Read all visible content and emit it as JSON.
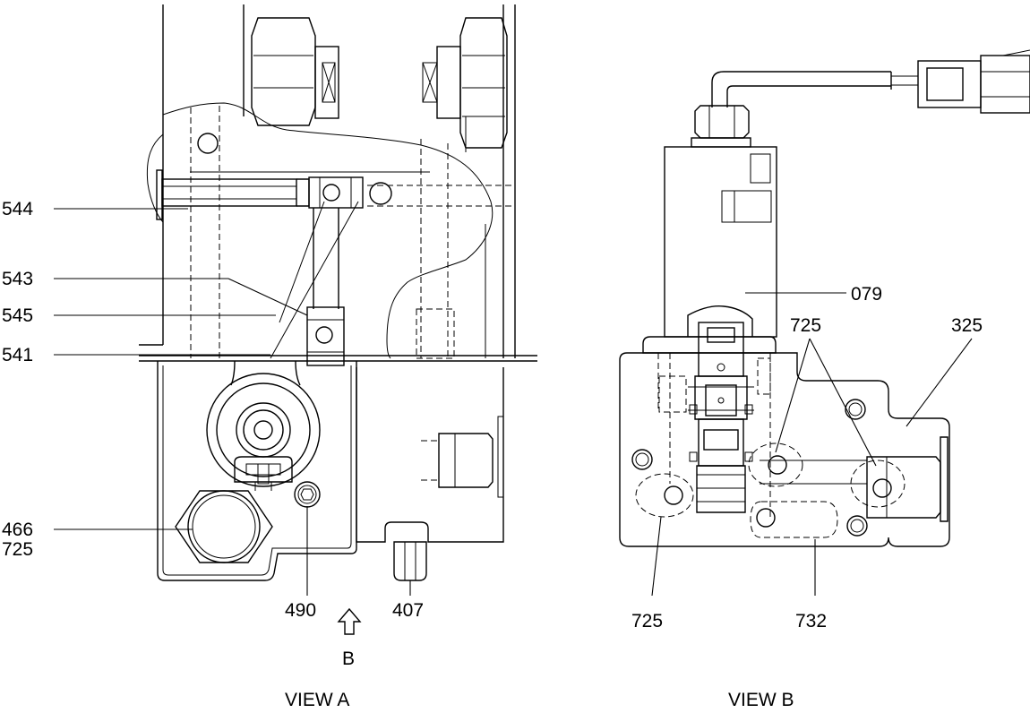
{
  "view_a": {
    "caption": "VIEW A",
    "arrow_label": "B",
    "labels": {
      "p544": "544",
      "p543": "543",
      "p545": "545",
      "p541": "541",
      "p466": "466",
      "p725": "725",
      "p490": "490",
      "p407": "407"
    }
  },
  "view_b": {
    "caption": "VIEW B",
    "labels": {
      "p079": "079",
      "p725_top": "725",
      "p325": "325",
      "p725_bottom": "725",
      "p732": "732"
    }
  }
}
